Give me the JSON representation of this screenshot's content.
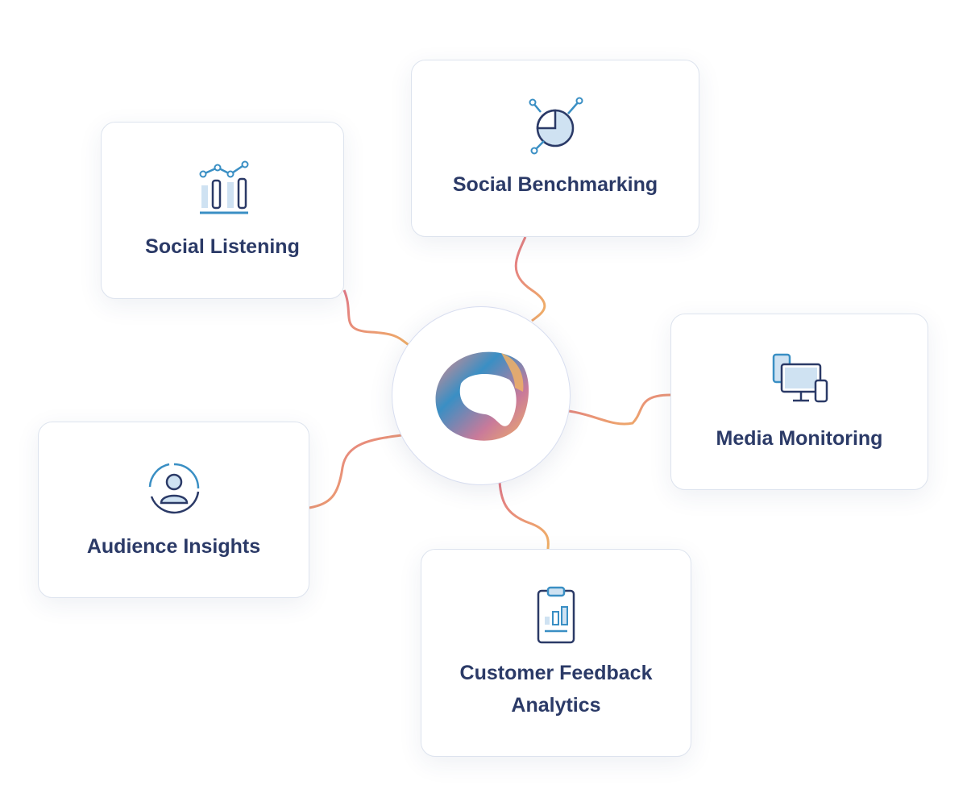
{
  "hub": {
    "logo": "blended-ring-logo"
  },
  "nodes": [
    {
      "label": "Social Listening",
      "icon": "chart-trend-icon"
    },
    {
      "label": "Social Benchmarking",
      "icon": "pie-chart-icon"
    },
    {
      "label": "Media Monitoring",
      "icon": "devices-icon"
    },
    {
      "label": "Audience Insights",
      "icon": "user-circle-icon"
    },
    {
      "label": "Customer Feedback Analytics",
      "label_line1": "Customer Feedback",
      "label_line2": "Analytics",
      "icon": "clipboard-chart-icon"
    }
  ],
  "colors": {
    "text": "#2b3a67",
    "icon_blue": "#3a8fc4",
    "link_orange": "#f0b066",
    "link_pink": "#e37a86"
  }
}
